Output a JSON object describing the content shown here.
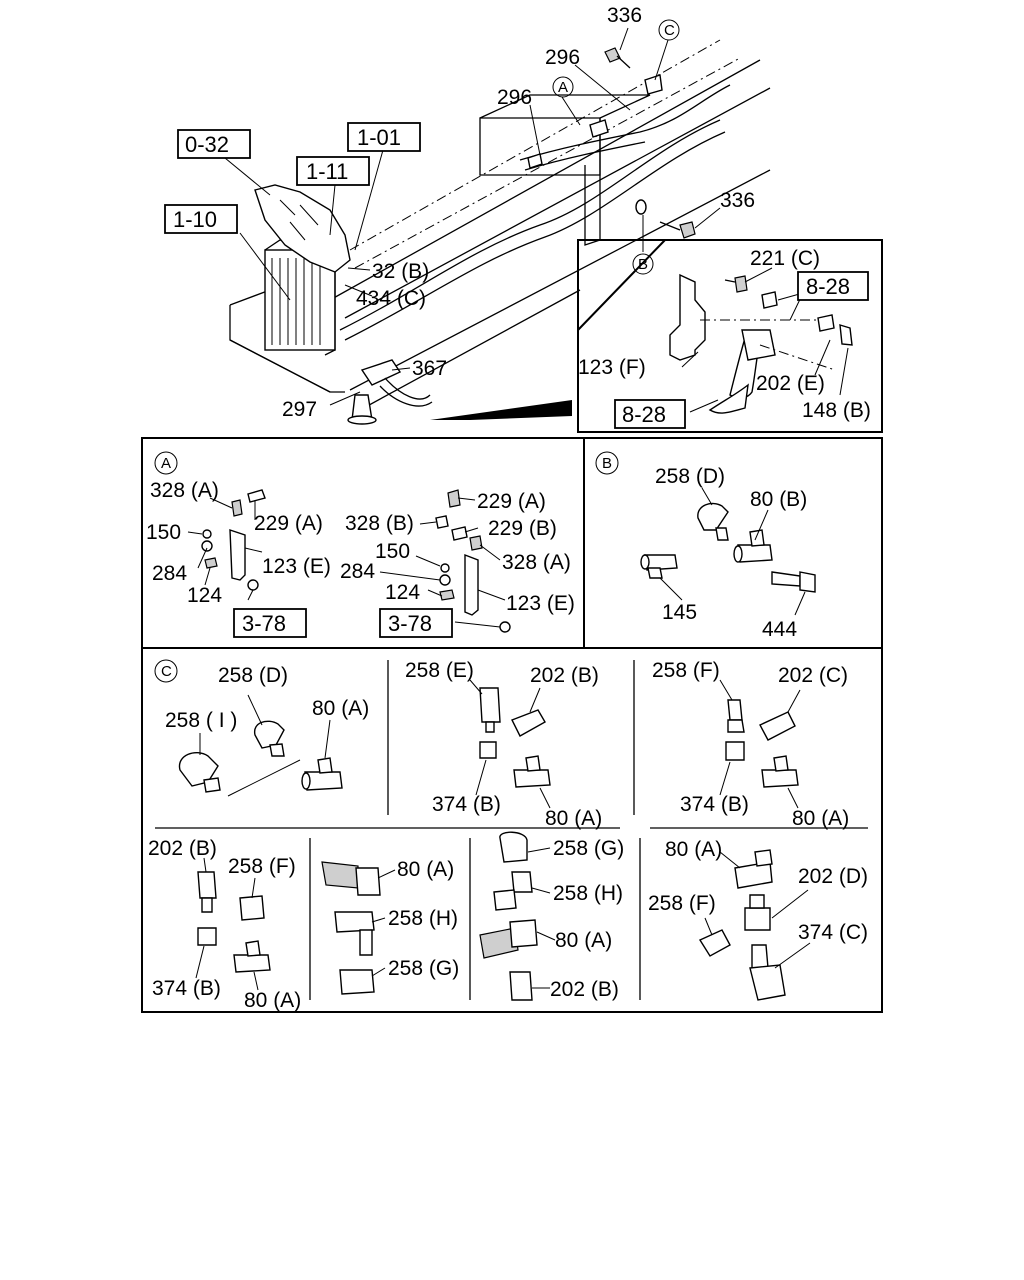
{
  "overview": {
    "labels": {
      "l336a": "336",
      "lCtop": "C",
      "l296a": "296",
      "lA": "A",
      "l296b": "296",
      "l336b": "336",
      "lB": "B",
      "l32B": "32 (B)",
      "l434C": "434 (C)",
      "l367": "367",
      "l297": "297"
    },
    "refs": {
      "r032": "0-32",
      "r101": "1-01",
      "r111": "1-11",
      "r110": "1-10"
    }
  },
  "inset_horn": {
    "labels": {
      "l221C": "221 (C)",
      "l123F": "123 (F)",
      "l202E": "202 (E)",
      "l148B": "148 (B)"
    },
    "refs": {
      "r828a": "8-28",
      "r828b": "8-28"
    }
  },
  "panel_a": {
    "marker": "A",
    "labels": {
      "l328A1": "328 (A)",
      "l229A1": "229 (A)",
      "l150a": "150",
      "l123E1": "123 (E)",
      "l284a": "284",
      "l124a": "124",
      "l229A2": "229 (A)",
      "l328B": "328 (B)",
      "l229B": "229 (B)",
      "l328A2": "328 (A)",
      "l150b": "150",
      "l284b": "284",
      "l124b": "124",
      "l123E2": "123 (E)"
    },
    "refs": {
      "r378a": "3-78",
      "r378b": "3-78"
    }
  },
  "panel_b": {
    "marker": "B",
    "labels": {
      "l258D": "258 (D)",
      "l80B": "80 (B)",
      "l145": "145",
      "l444": "444"
    }
  },
  "panel_c": {
    "marker": "C",
    "labels": {
      "c1_258D": "258 (D)",
      "c1_258I": "258 ( I )",
      "c1_80A": "80 (A)",
      "c2_258E": "258 (E)",
      "c2_202B": "202 (B)",
      "c2_374B": "374 (B)",
      "c2_80A": "80 (A)",
      "c3_258F": "258 (F)",
      "c3_202C": "202 (C)",
      "c3_374B": "374 (B)",
      "c3_80A": "80 (A)",
      "c4_202B": "202 (B)",
      "c4_258F": "258 (F)",
      "c4_374B": "374 (B)",
      "c4_80A": "80 (A)",
      "c5_80A": "80 (A)",
      "c5_258H": "258 (H)",
      "c5_258G": "258 (G)",
      "c6_258G": "258 (G)",
      "c6_258H": "258 (H)",
      "c6_80A": "80 (A)",
      "c6_202B": "202 (B)",
      "c7_80A": "80 (A)",
      "c7_202D": "202 (D)",
      "c7_258F": "258 (F)",
      "c7_374C": "374 (C)"
    }
  }
}
